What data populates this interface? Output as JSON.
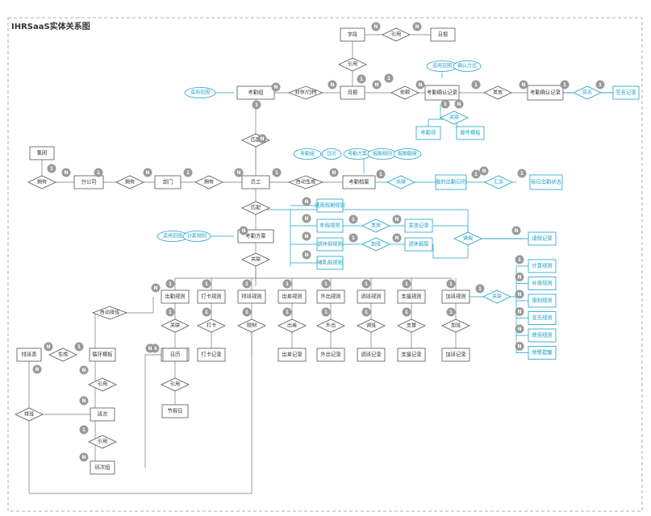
{
  "title": "IHRSaaS实体关系图",
  "colors": {
    "ink": "#555555",
    "accent": "#1ba0c8",
    "badge_gray": "#9a9a9a",
    "frame": "#999999"
  },
  "entities": {
    "ziduan": "字段",
    "ribao": "日报",
    "kaoqinzu": "考勤组",
    "yuebao": "月报",
    "querenjilu": "考勤确认记录",
    "qianmingjilu": "签名记录",
    "kaoqinxiang": "考勤项",
    "youjianmuban": "邮件模板",
    "jituan": "集团",
    "fengongsi": "分公司",
    "bumen": "部门",
    "yuangong": "员工",
    "kaoqindangan": "考勤档案",
    "chuqinrili": "我的出勤日历",
    "meirizhuangtai": "每日出勤状态",
    "kaoqinfangan": "考勤方案",
    "qingjiajilu": "请假记录",
    "fafangjilu": "发放记录",
    "tiaoxiuedu": "调休额度",
    "chuqinguize": "出勤规则",
    "dakaguize": "打卡规则",
    "paibanguize": "排班规则",
    "chuchaiguize": "出差规则",
    "waichuguize": "外出规则",
    "tiaobanguize": "调班规则",
    "zhiyuanguize": "支援规则",
    "jiabanguize": "加班规则",
    "paibanbiao": "排班表",
    "xunhuanmuban": "循环模板",
    "banci": "班次",
    "bancizu": "班次组",
    "rili": "日历",
    "jiajiari": "节假日",
    "dakajilu": "打卡记录",
    "chuchaijilu": "出差记录",
    "waichujilu": "外出记录",
    "tiaobanjilu": "调班记录",
    "zhiyuanjilu": "支援记录",
    "jiabanjilu": "加班记录"
  },
  "relations": {
    "yinyong": "引用",
    "fengcun": "封存/归档",
    "yilai": "依赖",
    "fafang": "发放",
    "guanlian": "关联",
    "qianming": "签名",
    "pipei": "匹配",
    "yongyou": "拥有",
    "zidongshengcheng": "自动生成",
    "huizong": "汇总",
    "jiaban": "加班",
    "qingjia": "请假",
    "xianzhi": "限制",
    "dakaa": "打卡",
    "chuchai": "出差",
    "waichu": "外出",
    "tiaoban": "调班",
    "zhiyuan": "支援",
    "zidongpaiban": "自动排班",
    "shengcheng": "生成",
    "paiban": "排班"
  },
  "attributes": {
    "shiyongfanwei": "适用范围",
    "quefangshi": "确认方式",
    "kaoqinzu": "考勤组",
    "rili": "日历",
    "kaoqinfangan": "考勤方案",
    "jiaqiguize": "假期规则",
    "jiaqiedu": "假期额度",
    "jixinguize": "计薪规则"
  },
  "leave_rules": [
    "通用假期规则",
    "年假规则",
    "调休假规则",
    "哺乳假规则"
  ],
  "overtime_rules": [
    "计算规则",
    "补偿规则",
    "限制规则",
    "变去规则",
    "使用规则",
    "预警提醒"
  ],
  "badges": {
    "n": "N",
    "one": "1"
  }
}
